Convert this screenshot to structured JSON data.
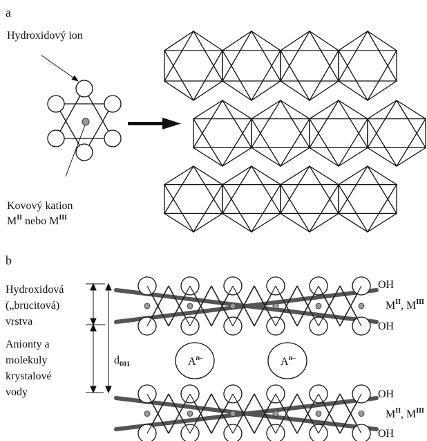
{
  "panel_a": {
    "letter": "a",
    "hydroxide_label": "Hydroxidový ion",
    "cation_label_line1": "Kovový kation",
    "cation_label_line2": {
      "m1": "M",
      "s1": "II",
      "mid": " nebo M",
      "s2": "III"
    }
  },
  "panel_b": {
    "letter": "b",
    "layer_label": [
      "Hydroxidová",
      "(„brucitová)",
      "vrstva"
    ],
    "interlayer_label": [
      "Anionty a",
      "molekuly",
      "krystalové",
      "vody"
    ],
    "spacing": {
      "d": "d",
      "sub": "001"
    },
    "anion": {
      "a": "A",
      "sup": "n–"
    },
    "oh": "OH",
    "metal": {
      "m1": "M",
      "s1": "II",
      "sep": ", M",
      "s2": "III"
    }
  },
  "colors": {
    "line": "#111111",
    "cation": "#999999",
    "band": "#555555"
  }
}
